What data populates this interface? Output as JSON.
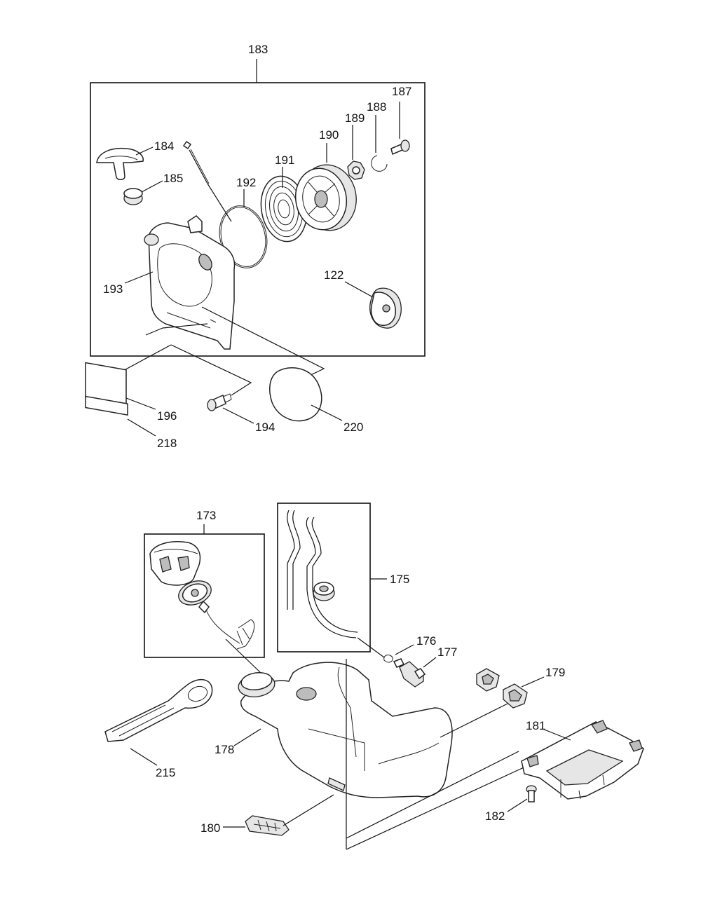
{
  "diagram": {
    "callouts": {
      "p183": "183",
      "p184": "184",
      "p185": "185",
      "p192": "192",
      "p191": "191",
      "p190": "190",
      "p189": "189",
      "p188": "188",
      "p187": "187",
      "p193": "193",
      "p122": "122",
      "p196": "196",
      "p194": "194",
      "p220": "220",
      "p218": "218",
      "p173": "173",
      "p175": "175",
      "p176": "176",
      "p177": "177",
      "p179": "179",
      "p181": "181",
      "p178": "178",
      "p215": "215",
      "p182": "182",
      "p180": "180"
    }
  }
}
